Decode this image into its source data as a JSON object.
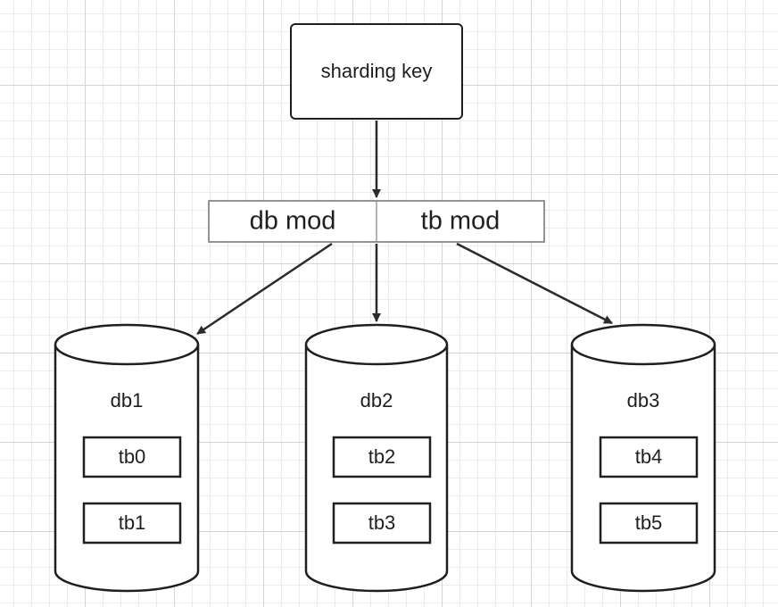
{
  "diagram": {
    "root": {
      "label": "sharding key"
    },
    "router": {
      "left_label": "db mod",
      "right_label": "tb mod"
    },
    "databases": [
      {
        "label": "db1",
        "tables": [
          "tb0",
          "tb1"
        ]
      },
      {
        "label": "db2",
        "tables": [
          "tb2",
          "tb3"
        ]
      },
      {
        "label": "db3",
        "tables": [
          "tb4",
          "tb5"
        ]
      }
    ]
  }
}
